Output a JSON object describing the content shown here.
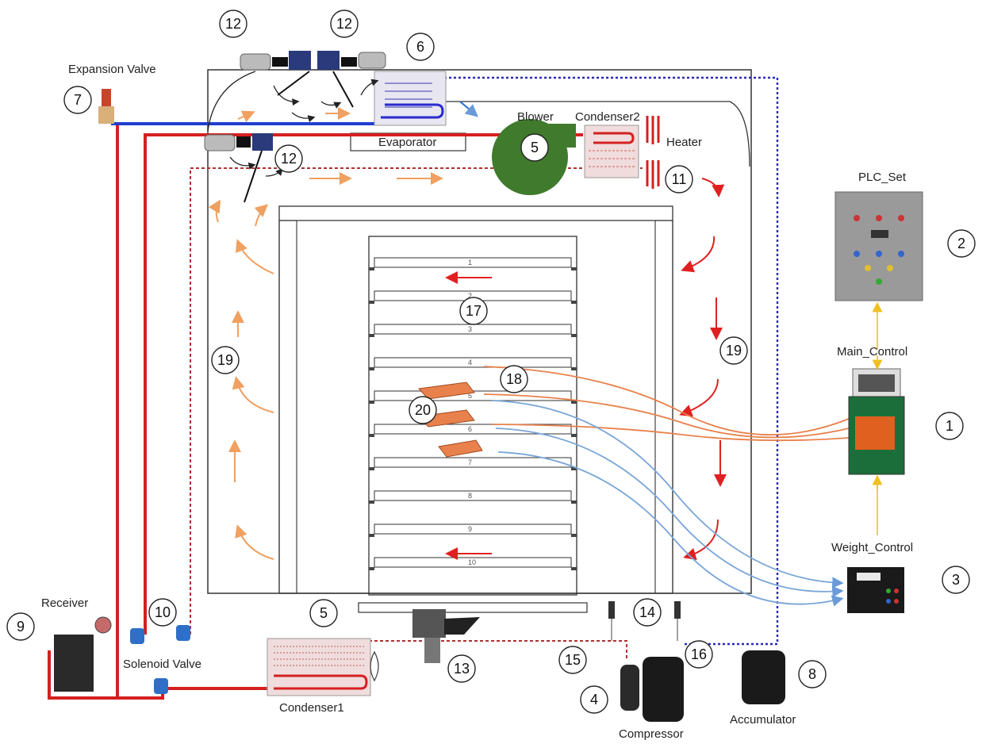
{
  "labels": {
    "expansion_valve": "Expansion Valve",
    "evaporator": "Evaporator",
    "blower": "Blower",
    "condenser2": "Condenser2",
    "heater": "Heater",
    "plc_set": "PLC_Set",
    "main_control": "Main_Control",
    "weight_control": "Weight_Control",
    "receiver": "Receiver",
    "solenoid_valve": "Solenoid Valve",
    "condenser1": "Condenser1",
    "compressor": "Compressor",
    "accumulator": "Accumulator"
  },
  "callouts": {
    "n1": "1",
    "n2": "2",
    "n3": "3",
    "n4": "4",
    "n5_blower": "5",
    "n5_condenser": "5",
    "n6": "6",
    "n7": "7",
    "n8": "8",
    "n9": "9",
    "n10": "10",
    "n11": "11",
    "n12_a": "12",
    "n12_b": "12",
    "n12_c": "12",
    "n13": "13",
    "n14": "14",
    "n15": "15",
    "n16": "16",
    "n17": "17",
    "n18": "18",
    "n19_left": "19",
    "n19_right": "19",
    "n20": "20"
  },
  "trays": [
    "1",
    "2",
    "3",
    "4",
    "5",
    "6",
    "7",
    "8",
    "9",
    "10"
  ],
  "colors": {
    "refrigerant_hot": "#d42020",
    "refrigerant_cold": "#1f3fcf",
    "dashed_return": "#b03030",
    "dashed_signal": "#2a2ab8",
    "airflow": "#f0a060",
    "hot_airflow": "#e02020",
    "blower": "#3f7a2d",
    "sensor_orange": "#e8814c",
    "sensor_blue": "#7aa6d8",
    "control_link": "#f0c020"
  }
}
